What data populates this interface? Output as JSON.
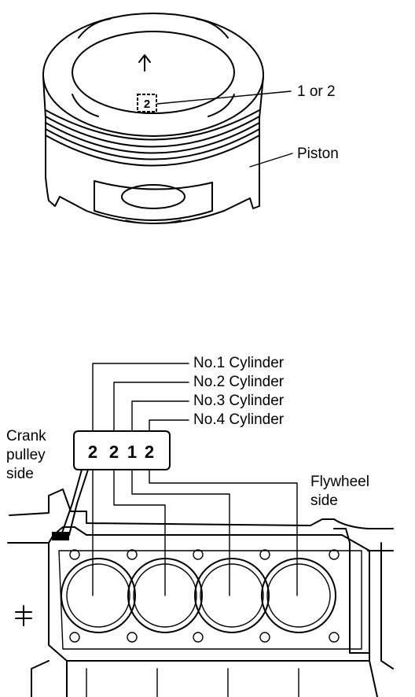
{
  "piston_figure": {
    "mark_label": "1 or 2",
    "piston_label": "Piston",
    "crown_stamp": "2"
  },
  "block_figure": {
    "cylinders": [
      {
        "label": "No.1 Cylinder",
        "code": "2"
      },
      {
        "label": "No.2 Cylinder",
        "code": "2"
      },
      {
        "label": "No.3 Cylinder",
        "code": "1"
      },
      {
        "label": "No.4 Cylinder",
        "code": "2"
      }
    ],
    "crank_side_lines": [
      "Crank",
      "pulley",
      "side"
    ],
    "flywheel_side_lines": [
      "Flywheel",
      "side"
    ]
  },
  "icons": {
    "front_arrow": "up-arrow-icon"
  },
  "colors": {
    "ink": "#000000",
    "paper": "#ffffff"
  }
}
